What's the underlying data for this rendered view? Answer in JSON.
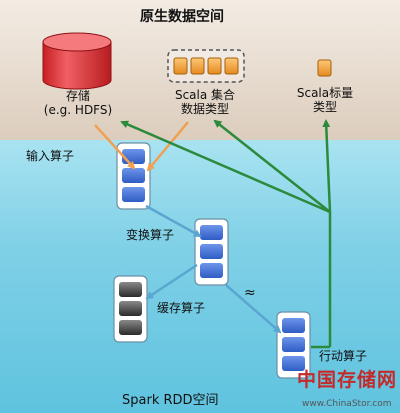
{
  "top_zone": {
    "title": "原生数据空间",
    "storage_label_line1": "存储",
    "storage_label_line2": "(e.g. HDFS)",
    "collection_label_line1": "Scala 集合",
    "collection_label_line2": "数据类型",
    "scalar_label_line1": "Scala标量",
    "scalar_label_line2": "类型"
  },
  "bottom_zone": {
    "title": "Spark RDD空间",
    "input_operator": "输入算子",
    "transform_operator": "变换算子",
    "cache_operator": "缓存算子",
    "action_operator": "行动算子",
    "approx_symbol": "≈"
  },
  "watermark": {
    "text": "中国存储网",
    "url": "www.ChinaStor.com"
  },
  "colors": {
    "top_background": "#e8ddd0",
    "bottom_background": "#7fd0e6",
    "storage_red": "#e2383c",
    "orange_element": "#f0a040",
    "rdd_partition_blue": "#3d6fd6",
    "cache_partition_gray": "#4a4a4a",
    "green_arrow": "#2c8a3c",
    "orange_arrow": "#f0a050",
    "blue_arrow": "#5aa6d0"
  }
}
